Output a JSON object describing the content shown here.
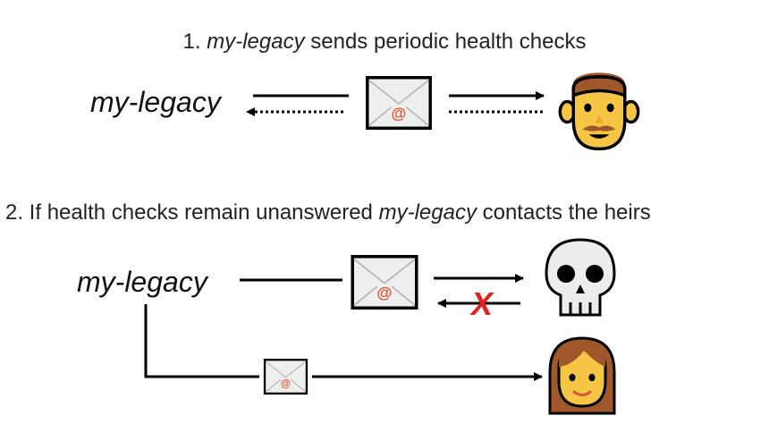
{
  "step_1": {
    "number": "1.",
    "app_name": "my-legacy",
    "text": "sends periodic health checks"
  },
  "step_2": {
    "prefix": "2. If health checks remain unanswered",
    "app_name": "my-legacy",
    "suffix": "contacts the heirs"
  },
  "nodes": {
    "app_label": "my-legacy",
    "owner_icon": "man-face-emoji",
    "deceased_icon": "skull-emoji",
    "heir_icon": "woman-face-emoji",
    "envelope_icon": "email-envelope",
    "envelope_symbol": "@",
    "failed_reply_mark": "X"
  },
  "colors": {
    "emoji_yellow": "#f6c543",
    "hair_brown": "#a0572a",
    "envelope_red": "#e8512f",
    "fail_red": "#e0231c"
  }
}
